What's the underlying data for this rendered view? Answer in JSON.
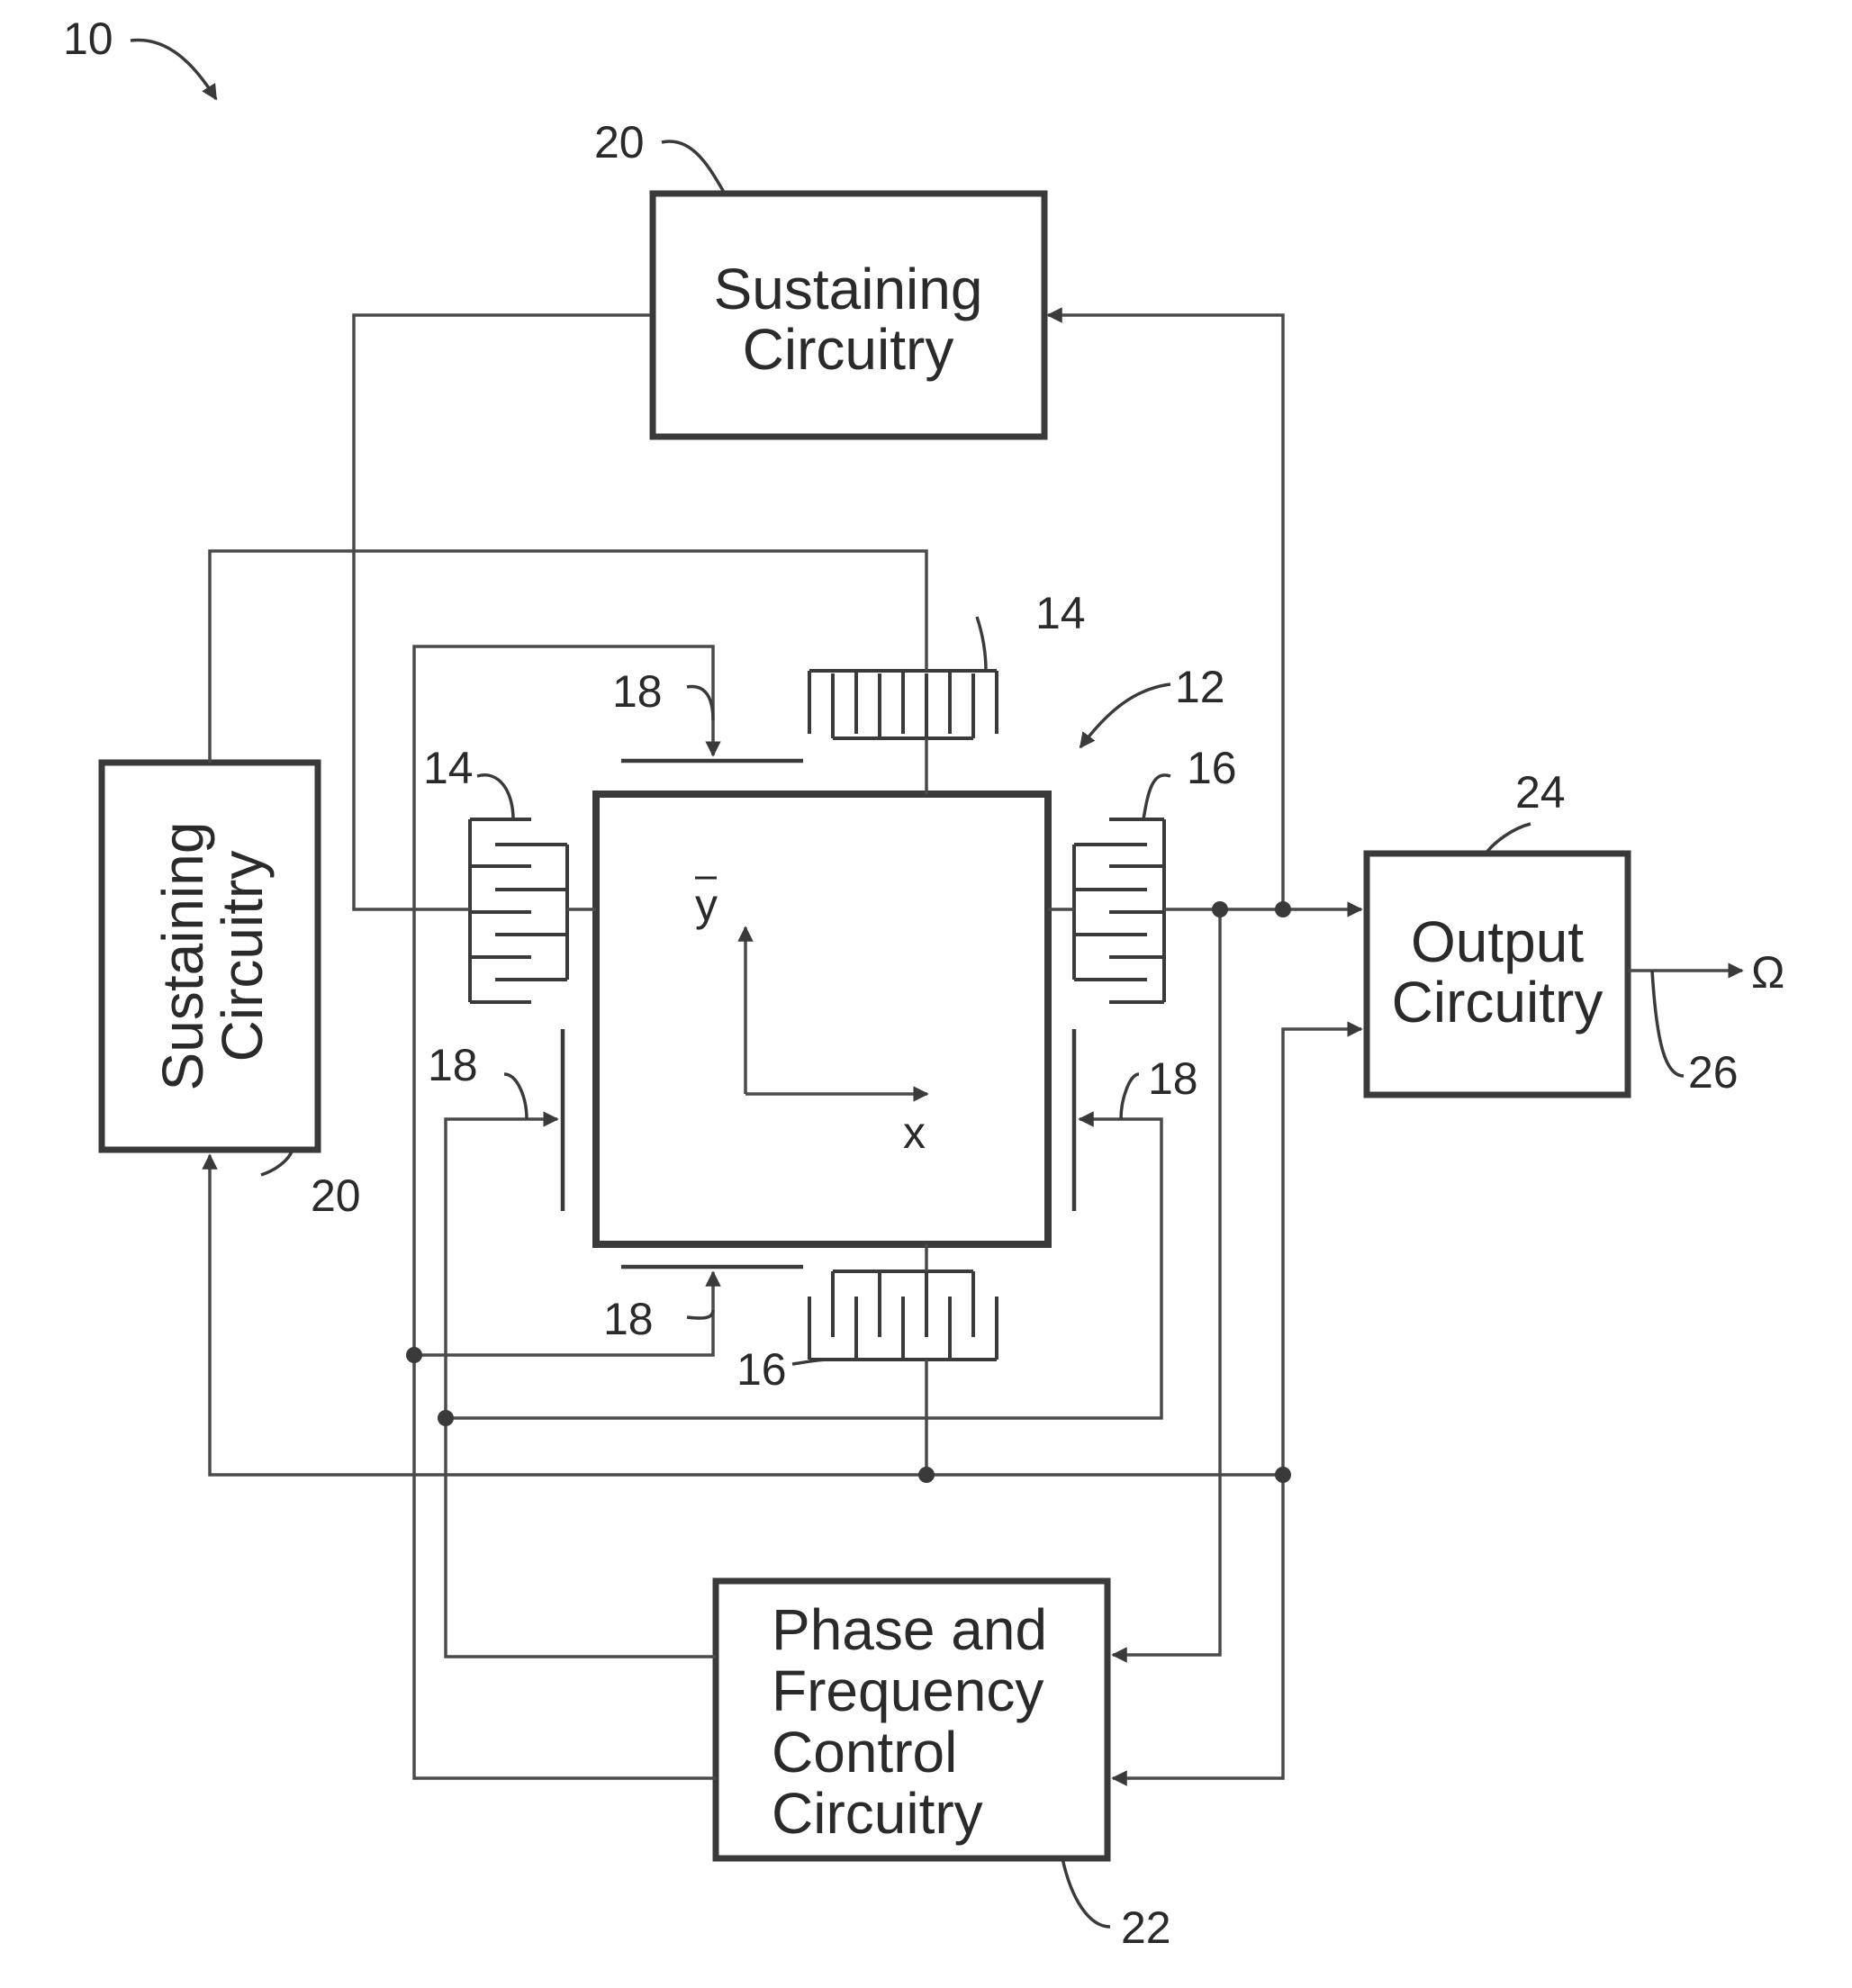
{
  "figure_number": "10",
  "sustaining_top": {
    "ref": "20",
    "line1": "Sustaining",
    "line2": "Circuitry"
  },
  "sustaining_left": {
    "ref": "20",
    "line1": "Sustaining",
    "line2": "Circuitry"
  },
  "output": {
    "ref": "24",
    "line1": "Output",
    "line2": "Circuitry",
    "output_ref": "26",
    "output_symbol": "Ω"
  },
  "pfc": {
    "ref": "22",
    "line1": "Phase and",
    "line2": "Frequency",
    "line3": "Control",
    "line4": "Circuitry"
  },
  "resonator": {
    "ref": "12",
    "axis_x": "x",
    "axis_y": "y"
  },
  "refs": {
    "drive_comb": "14",
    "sense_comb": "16",
    "tuning_electrode": "18"
  }
}
